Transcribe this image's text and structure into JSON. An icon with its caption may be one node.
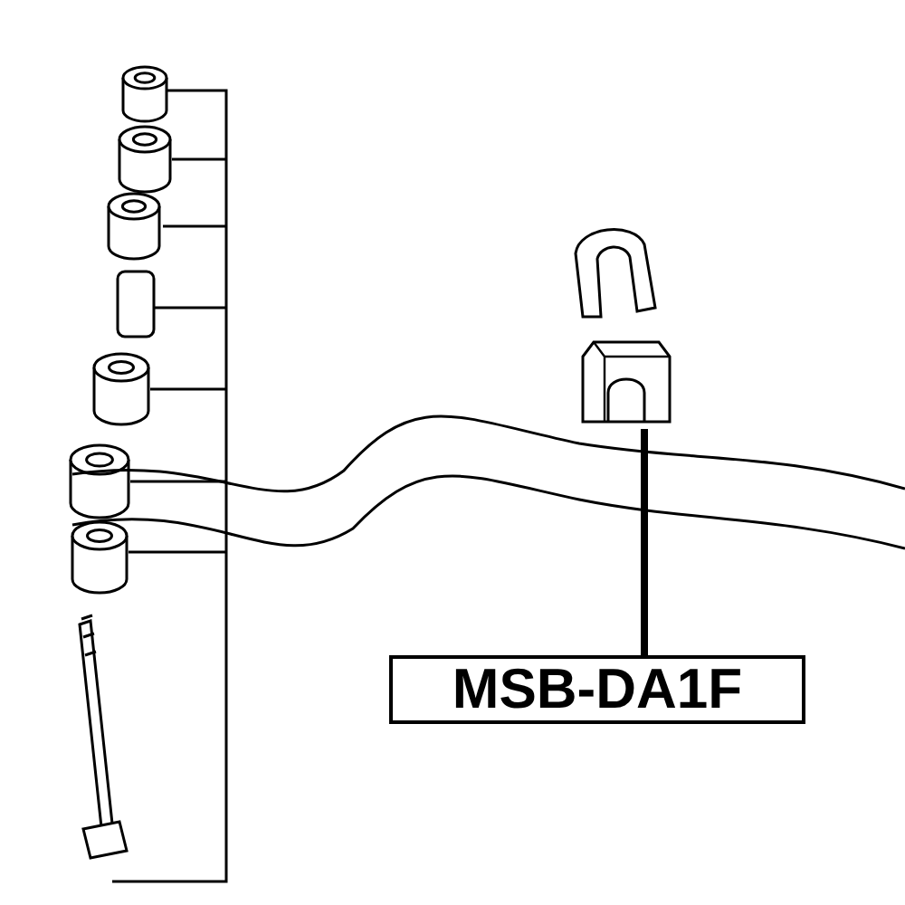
{
  "diagram": {
    "nodes": [
      {
        "text": [
          "MSB-DA1F"
        ]
      },
      {
        "text": [],
        "shape": "picture"
      }
    ],
    "edges": [
      {
        "from": 0,
        "to": 1,
        "arrow": "none"
      }
    ]
  }
}
